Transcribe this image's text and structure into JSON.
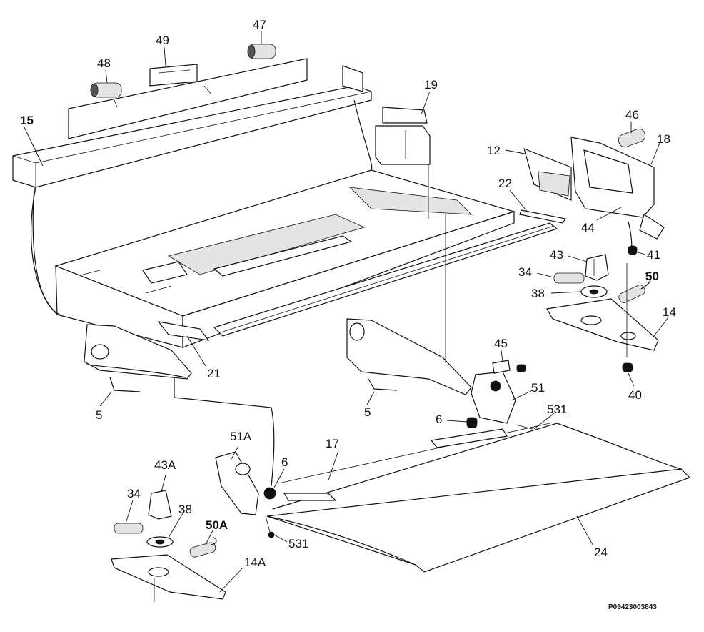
{
  "diagram": {
    "drawing_id": "P09423003843",
    "callouts": [
      {
        "id": "c15",
        "text": "15",
        "bold": true
      },
      {
        "id": "c48",
        "text": "48",
        "bold": false
      },
      {
        "id": "c49",
        "text": "49",
        "bold": false
      },
      {
        "id": "c47",
        "text": "47",
        "bold": false
      },
      {
        "id": "c19",
        "text": "19",
        "bold": false
      },
      {
        "id": "c12",
        "text": "12",
        "bold": false
      },
      {
        "id": "c46",
        "text": "46",
        "bold": false
      },
      {
        "id": "c18",
        "text": "18",
        "bold": false
      },
      {
        "id": "c22",
        "text": "22",
        "bold": false
      },
      {
        "id": "c44",
        "text": "44",
        "bold": false
      },
      {
        "id": "c43",
        "text": "43",
        "bold": false
      },
      {
        "id": "c41",
        "text": "41",
        "bold": false
      },
      {
        "id": "c34a",
        "text": "34",
        "bold": false
      },
      {
        "id": "c50",
        "text": "50",
        "bold": true
      },
      {
        "id": "c38a",
        "text": "38",
        "bold": false
      },
      {
        "id": "c14",
        "text": "14",
        "bold": false
      },
      {
        "id": "c40",
        "text": "40",
        "bold": false
      },
      {
        "id": "c21",
        "text": "21",
        "bold": false
      },
      {
        "id": "c5a",
        "text": "5",
        "bold": false
      },
      {
        "id": "c5b",
        "text": "5",
        "bold": false
      },
      {
        "id": "c45",
        "text": "45",
        "bold": false
      },
      {
        "id": "c51",
        "text": "51",
        "bold": false
      },
      {
        "id": "c6a",
        "text": "6",
        "bold": false
      },
      {
        "id": "c531a",
        "text": "531",
        "bold": false
      },
      {
        "id": "c51A",
        "text": "51A",
        "bold": false
      },
      {
        "id": "c17",
        "text": "17",
        "bold": false
      },
      {
        "id": "c6b",
        "text": "6",
        "bold": false
      },
      {
        "id": "c43A",
        "text": "43A",
        "bold": false
      },
      {
        "id": "c34b",
        "text": "34",
        "bold": false
      },
      {
        "id": "c38b",
        "text": "38",
        "bold": false
      },
      {
        "id": "c50A",
        "text": "50A",
        "bold": true
      },
      {
        "id": "c531b",
        "text": "531",
        "bold": false
      },
      {
        "id": "c14A",
        "text": "14A",
        "bold": false
      },
      {
        "id": "c24",
        "text": "24",
        "bold": false
      }
    ]
  }
}
